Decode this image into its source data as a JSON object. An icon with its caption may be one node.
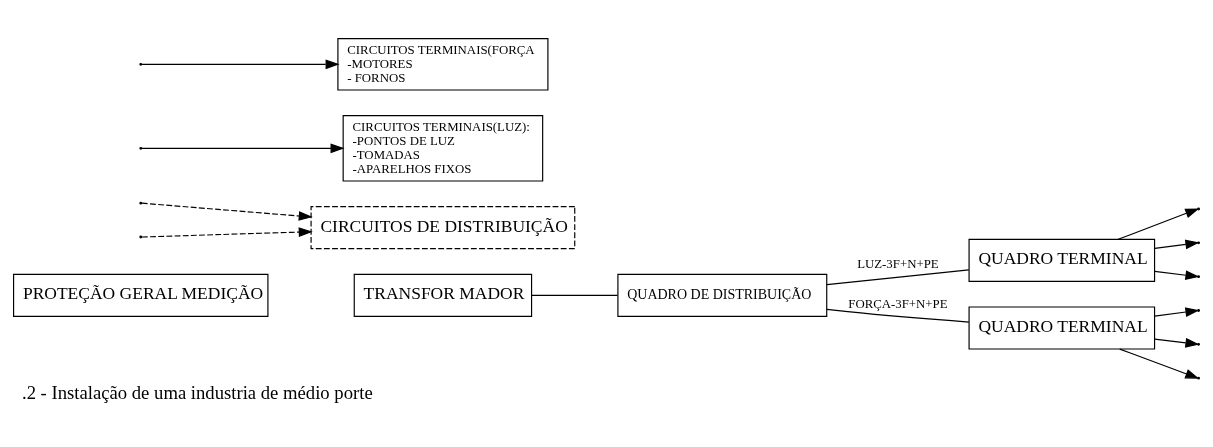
{
  "diagram": {
    "caption": ".2 - Instalação de uma industria de médio porte",
    "nodes": [
      {
        "text": [
          "PROTEÇÃO GERAL MEDIÇÃO"
        ]
      },
      {
        "text": [
          "TRANSFOR MADOR"
        ]
      },
      {
        "text": [
          "QUADRO DE DISTRIBUIÇÃO"
        ]
      },
      {
        "text": [
          "QUADRO TERMINAL"
        ]
      },
      {
        "text": [
          "CIRCUITOS DE DISTRIBUIÇÃO"
        ]
      },
      {
        "text": [
          "CIRCUITOS TERMINAIS(LUZ):",
          "-PONTOS DE LUZ",
          "-TOMADAS",
          "-APARELHOS FIXOS"
        ]
      },
      {
        "text": [
          "QUADRO TERMINAL"
        ]
      },
      {
        "text": [
          "CIRCUITOS TERMINAIS(FORÇA",
          "-MOTORES",
          "- FORNOS"
        ]
      }
    ],
    "edges": [
      {
        "from": 1,
        "to": 2,
        "arrow": "none"
      },
      {
        "from": 2,
        "to": 3,
        "arrow": "none",
        "label": "LUZ-3F+N+PE"
      },
      {
        "from": 2,
        "to": 6,
        "arrow": "none",
        "label": "FORÇA-3F+N+PE"
      },
      {
        "from": null,
        "to": 4,
        "arrow": "to",
        "style": "dashed"
      },
      {
        "from": null,
        "to": 4,
        "arrow": "to",
        "style": "dashed"
      },
      {
        "from": 3,
        "to": null,
        "arrow": "to"
      },
      {
        "from": 3,
        "to": null,
        "arrow": "to"
      },
      {
        "from": 3,
        "to": null,
        "arrow": "to"
      },
      {
        "from": null,
        "to": 5,
        "arrow": "to"
      },
      {
        "from": 6,
        "to": null,
        "arrow": "to"
      },
      {
        "from": 6,
        "to": null,
        "arrow": "to"
      },
      {
        "from": 6,
        "to": null,
        "arrow": "to"
      },
      {
        "from": null,
        "to": 7,
        "arrow": "to"
      }
    ]
  }
}
